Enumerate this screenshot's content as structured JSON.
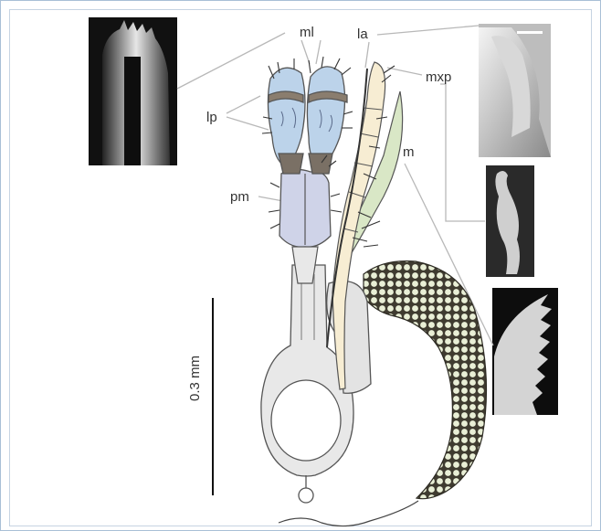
{
  "labels": {
    "ml": "ml",
    "la": "la",
    "lp": "lp",
    "mxp": "mxp",
    "m": "m",
    "pm": "pm"
  },
  "scale_bar": {
    "text": "0.3 mm"
  },
  "colors": {
    "frame_border": "#a9bfd6",
    "leader_line": "#b8b8b8",
    "labial_palp_fill": "#bcd3ea",
    "palp_band": "#8a7d6e",
    "postmentum_fill": "#cfd3e8",
    "labrum_fill": "#f7edd3",
    "maxilla_fill": "#d9e7c6",
    "gland_fill": "#e8e8e8",
    "egg_mass_fill": "#3f3b30",
    "outline": "#555555"
  }
}
